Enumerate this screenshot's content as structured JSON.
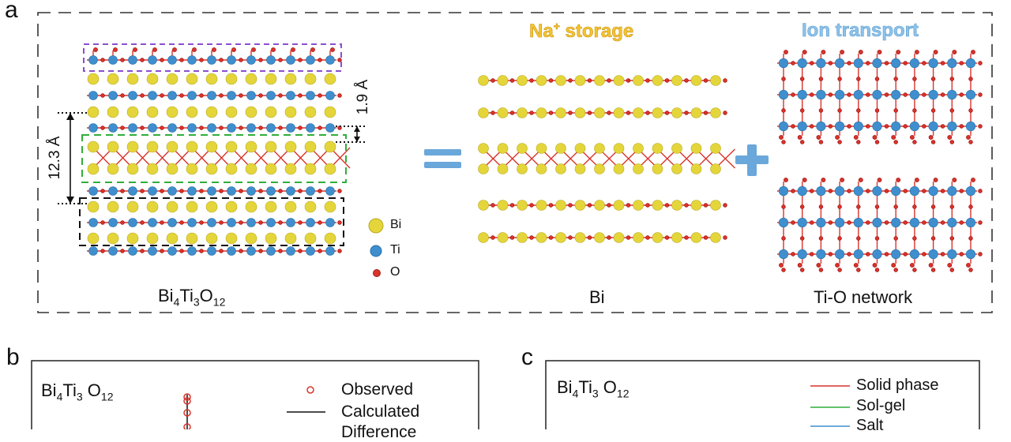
{
  "panel_a": {
    "letter": "a",
    "formula": {
      "base": "Bi",
      "s1": "4",
      "mid": "Ti",
      "s2": "3",
      "end": "O",
      "s3": "12"
    },
    "dim_large": "12.3 Å",
    "dim_small": "1.9 Å",
    "legend": [
      {
        "label": "Bi",
        "color": "#e4d63a"
      },
      {
        "label": "Ti",
        "color": "#3f8fce"
      },
      {
        "label": "O",
        "color": "#d9342b"
      }
    ],
    "na_storage": {
      "prefix": "Na",
      "sup": "+",
      "suffix": " storage"
    },
    "ion_transport": "Ion transport",
    "bi_label": "Bi",
    "tio_label": "Ti-O network"
  },
  "panel_b": {
    "letter": "b",
    "formula": {
      "base": "Bi",
      "s1": "4",
      "mid": "Ti",
      "s2": "3",
      "end": " O",
      "s3": "12"
    },
    "legend": [
      {
        "label": "Observed",
        "marker": "circle",
        "color": "#d9342b"
      },
      {
        "label": "Calculated",
        "marker": "line",
        "color": "#111111"
      },
      {
        "label": "Difference",
        "marker": "line",
        "color": "#3f8fce"
      }
    ]
  },
  "panel_c": {
    "letter": "c",
    "formula": {
      "base": "Bi",
      "s1": "4",
      "mid": "Ti",
      "s2": "3",
      "end": " O",
      "s3": "12"
    },
    "legend": [
      {
        "label": "Solid phase",
        "color": "#d9342b"
      },
      {
        "label": "Sol-gel",
        "color": "#2fae3a"
      },
      {
        "label": "Salt",
        "color": "#3f8fce"
      }
    ]
  }
}
